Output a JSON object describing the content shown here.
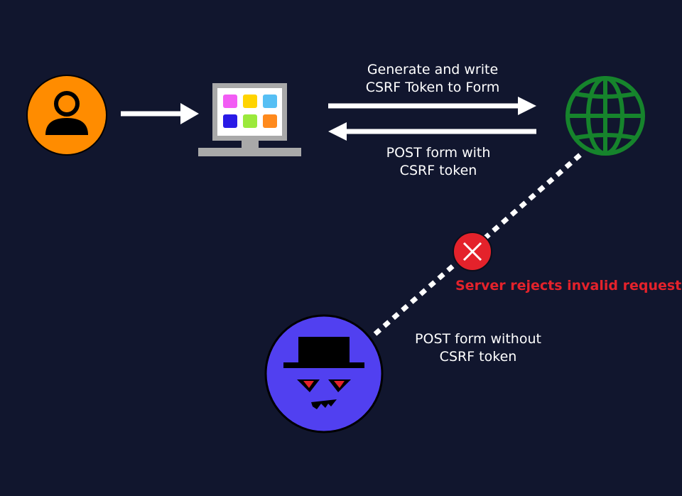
{
  "colors": {
    "background": "#11162e",
    "user": "#ff8c00",
    "server": "#16842c",
    "attacker": "#5140f0",
    "reject": "#e4222b",
    "arrow": "#ffffff"
  },
  "labels": {
    "generate_line1": "Generate and write",
    "generate_line2": "CSRF Token to Form",
    "post_with_line1": "POST form with",
    "post_with_line2": "CSRF token",
    "reject": "Server rejects invalid request",
    "post_without_line1": "POST form without",
    "post_without_line2": "CSRF token"
  },
  "icons": {
    "user": "user-icon",
    "browser": "monitor-icon",
    "server": "globe-icon",
    "attacker": "hacker-icon",
    "reject": "x-circle-icon"
  },
  "app_tile_colors": [
    "#f25cf4",
    "#ffd400",
    "#56bff4",
    "#2a1ae6",
    "#9be93b",
    "#ff8a1d"
  ]
}
